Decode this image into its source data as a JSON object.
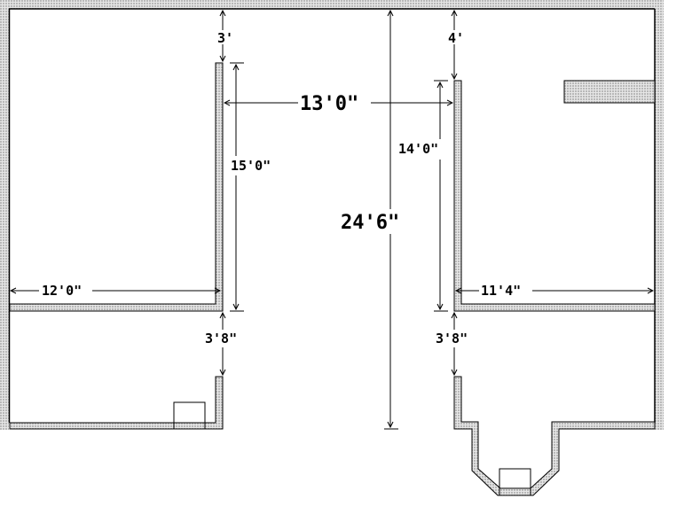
{
  "diagram": {
    "type": "floor-plan",
    "colors": {
      "wall_fill": "#c8c8c8",
      "wall_stroke": "#000000",
      "background": "#ffffff",
      "dimension_line": "#000000"
    },
    "dimensions": {
      "left_top_gap": "3'",
      "right_top_gap": "4'",
      "center_width": "13'0\"",
      "left_wall_length": "15'0\"",
      "right_wall_length": "14'0\"",
      "total_depth": "24'6\"",
      "left_room_width": "12'0\"",
      "right_room_width": "11'4\"",
      "left_opening": "3'8\"",
      "right_opening": "3'8\""
    },
    "fixtures": [
      {
        "name": "left-bottom-box"
      },
      {
        "name": "right-bay-box"
      },
      {
        "name": "right-counter"
      }
    ]
  }
}
